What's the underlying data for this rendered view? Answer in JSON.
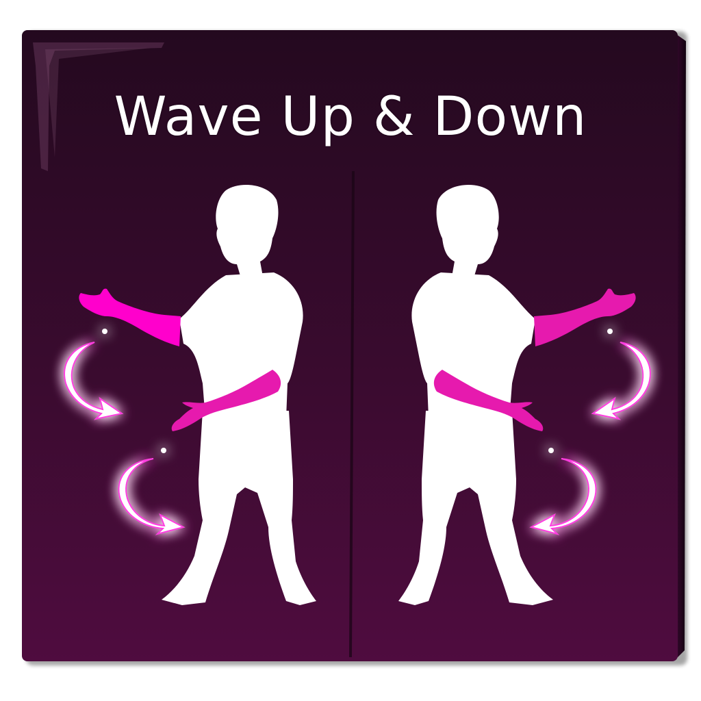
{
  "card": {
    "title": "Wave Up & Down"
  },
  "figures": [
    {
      "name": "left-dancer",
      "facing": "left"
    },
    {
      "name": "right-dancer",
      "facing": "right"
    }
  ],
  "motion_arrows": [
    {
      "side": "left",
      "direction": "down"
    },
    {
      "side": "left",
      "direction": "down"
    },
    {
      "side": "right",
      "direction": "down"
    },
    {
      "side": "right",
      "direction": "down"
    }
  ],
  "colors": {
    "background_top": "#24091f",
    "background_bottom": "#4f0c3f",
    "frame": "#1b0717",
    "silhouette": "#ffffff",
    "highlight_arm": "#ff00cc",
    "highlight_arm_dark": "#e61aae",
    "arrow_glow": "#ff3de0"
  },
  "icons": {
    "arrow": "curved-down-arrow-icon",
    "figure": "dancer-silhouette-icon"
  }
}
